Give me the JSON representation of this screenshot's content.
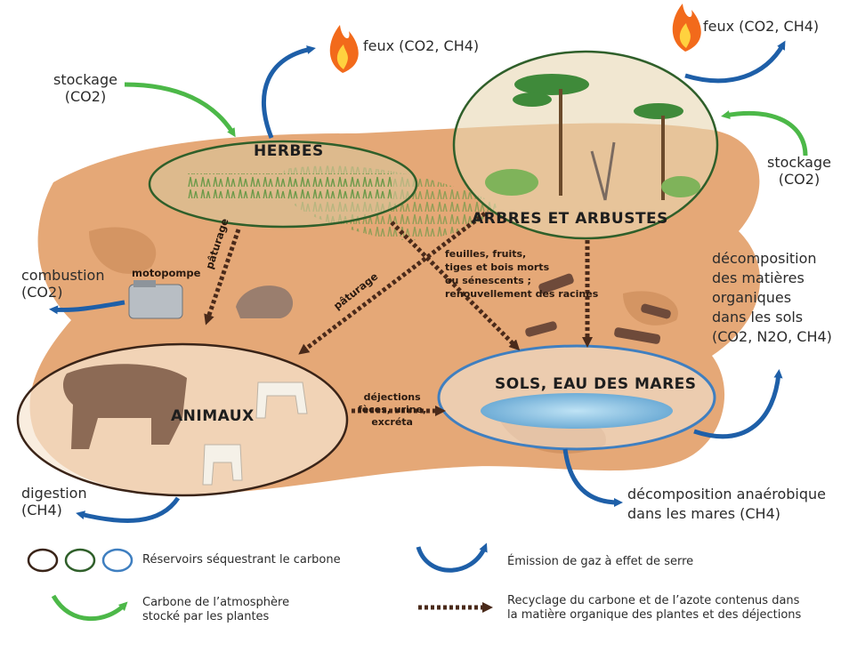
{
  "reservoirs": {
    "grasses": "HERBES",
    "trees": "ARBRES ET ARBUSTES",
    "animals": "ANIMAUX",
    "soils": "SOLS, EAU DES MARES"
  },
  "emissions": {
    "fire_left": "feux (CO2, CH4)",
    "fire_right": "feux (CO2, CH4)",
    "combustion": "combustion\n(CO2)",
    "digestion": "digestion\n(CH4)",
    "soil_decomposition": "décomposition\ndes matières\norganiques\ndans les sols\n(CO2, N2O, CH4)",
    "anaerobic_decomposition": "décomposition anaérobique\ndans les mares (CH4)"
  },
  "storage": {
    "left": "stockage\n(CO2)",
    "right": "stockage\n(CO2)"
  },
  "flows": {
    "motopompe": "motopompe",
    "paturage_left": "pâturage",
    "paturage_right": "pâturage",
    "litter": "feuilles, fruits,\ntiges et bois morts\nou sénescents ;\nrenouvellement des racines",
    "dejections": "déjections\nfèces, urine,\nexcréta"
  },
  "legend": {
    "reservoirs": "Réservoirs séquestrant le carbone",
    "atmosphere_carbon": "Carbone de l’atmosphère\nstocké par les plantes",
    "emission": "Émission de gaz à effet de serre",
    "recycling": "Recyclage du carbone et de l’azote contenus dans\nla matière organique des plantes et des déjections"
  },
  "colors": {
    "ground": "#E5A877",
    "ground_dark": "#D49563",
    "emission_arrow": "#1E5FA8",
    "storage_arrow": "#4CB848",
    "recycle_arrow": "#4A2A1A",
    "reservoir_green": "#2F5F2A",
    "reservoir_brown": "#3A2418",
    "reservoir_blue": "#3F7FC0",
    "water": "#7FB8DC"
  }
}
